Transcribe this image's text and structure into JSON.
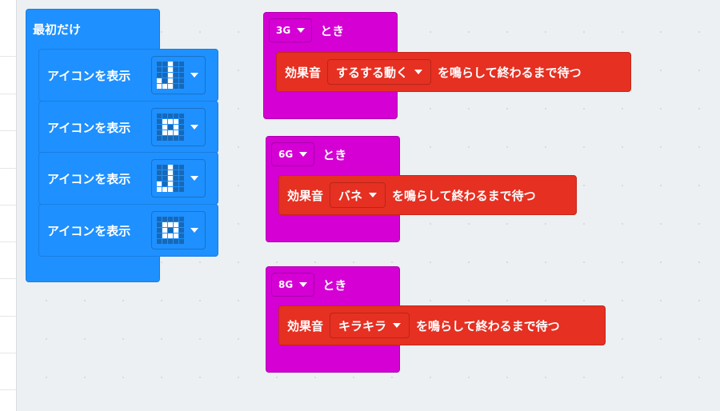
{
  "on_start": {
    "label": "最初だけ",
    "blocks": [
      {
        "label": "アイコンを表示",
        "icon": [
          0,
          0,
          1,
          0,
          0,
          0,
          0,
          1,
          0,
          0,
          0,
          0,
          1,
          0,
          0,
          1,
          0,
          1,
          0,
          0,
          1,
          1,
          1,
          0,
          0
        ]
      },
      {
        "label": "アイコンを表示",
        "icon": [
          0,
          0,
          0,
          0,
          0,
          0,
          1,
          1,
          1,
          0,
          0,
          1,
          0,
          1,
          0,
          0,
          1,
          1,
          1,
          0,
          0,
          0,
          0,
          0,
          0
        ]
      },
      {
        "label": "アイコンを表示",
        "icon": [
          0,
          0,
          1,
          0,
          0,
          0,
          0,
          1,
          0,
          0,
          0,
          0,
          1,
          0,
          0,
          1,
          0,
          1,
          0,
          0,
          1,
          1,
          1,
          0,
          0
        ]
      },
      {
        "label": "アイコンを表示",
        "icon": [
          0,
          0,
          0,
          0,
          0,
          0,
          1,
          1,
          1,
          0,
          0,
          1,
          0,
          1,
          0,
          0,
          1,
          1,
          1,
          0,
          0,
          0,
          0,
          0,
          0
        ]
      }
    ]
  },
  "events": [
    {
      "gesture": "3G",
      "suffix": "とき",
      "prefix": "効果音",
      "sound": "するする動く",
      "action": "を鳴らして終わるまで待つ"
    },
    {
      "gesture": "6G",
      "suffix": "とき",
      "prefix": "効果音",
      "sound": "バネ",
      "action": "を鳴らして終わるまで待つ"
    },
    {
      "gesture": "8G",
      "suffix": "とき",
      "prefix": "効果音",
      "sound": "キラキラ",
      "action": "を鳴らして終わるまで待つ"
    }
  ],
  "colors": {
    "basic": "#1e90ff",
    "input": "#d400d4",
    "music": "#e53022"
  }
}
